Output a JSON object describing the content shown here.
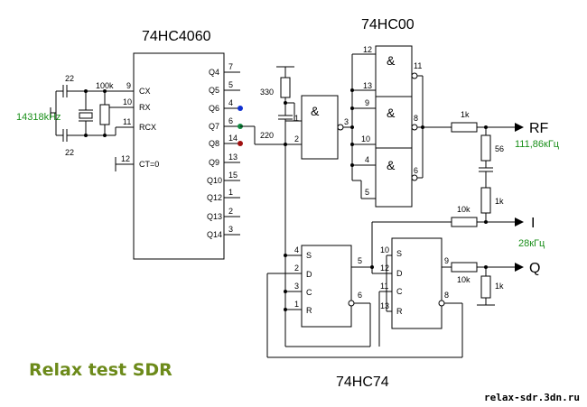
{
  "chips": {
    "counter": "74HC4060",
    "nand": "74HC00",
    "ff": "74HC74"
  },
  "counter_pins_left": [
    {
      "num": "9",
      "name": "CX"
    },
    {
      "num": "10",
      "name": "RX"
    },
    {
      "num": "11",
      "name": "RCX"
    },
    {
      "num": "12",
      "name": "CT=0"
    }
  ],
  "counter_pins_right": [
    {
      "num": "7",
      "name": "Q4"
    },
    {
      "num": "5",
      "name": "Q5"
    },
    {
      "num": "4",
      "name": "Q6"
    },
    {
      "num": "6",
      "name": "Q7"
    },
    {
      "num": "14",
      "name": "Q8"
    },
    {
      "num": "13",
      "name": "Q9"
    },
    {
      "num": "15",
      "name": "Q10"
    },
    {
      "num": "1",
      "name": "Q12"
    },
    {
      "num": "2",
      "name": "Q13"
    },
    {
      "num": "3",
      "name": "Q14"
    }
  ],
  "components": {
    "cap_top": "22",
    "cap_bottom": "22",
    "res_100k": "100k",
    "crystal": "14318kHz",
    "res_330": "330",
    "cap_220": "220",
    "res_rf": "1k",
    "res_56": "56",
    "res_1k_mid": "1k",
    "res_10k_i": "10k",
    "res_10k_q": "10k",
    "res_1k_q": "1k"
  },
  "nand_symbol": "&",
  "nand_pins": {
    "g1_a": "1",
    "g1_b": "2",
    "g1_out": "3",
    "g2_a": "12",
    "g2_b": "13",
    "g2_out": "11",
    "g3_a": "9",
    "g3_b": "10",
    "g3_out": "8",
    "g4_a": "4",
    "g4_b": "5",
    "g4_out": "6"
  },
  "ff_labels": {
    "s": "S",
    "d": "D",
    "c": "C",
    "r": "R"
  },
  "ff1_pins": {
    "s": "4",
    "d": "2",
    "c": "3",
    "r": "1",
    "q": "5",
    "qn": "6"
  },
  "ff2_pins": {
    "s": "10",
    "d": "12",
    "c": "11",
    "r": "13",
    "q": "9",
    "qn": "8"
  },
  "outputs": {
    "rf_label": "RF",
    "rf_freq": "111,86кГц",
    "i_label": "I",
    "i_freq": "28кГц",
    "q_label": "Q"
  },
  "footer": {
    "title": "Relax test SDR",
    "site": "relax-sdr.3dn.ru"
  },
  "colors": {
    "q6_dot": "#1030d0",
    "q7_dot": "#108a40",
    "q8_dot": "#a01010",
    "annotation": "#1a8f1a",
    "title": "#6c8a1a"
  }
}
